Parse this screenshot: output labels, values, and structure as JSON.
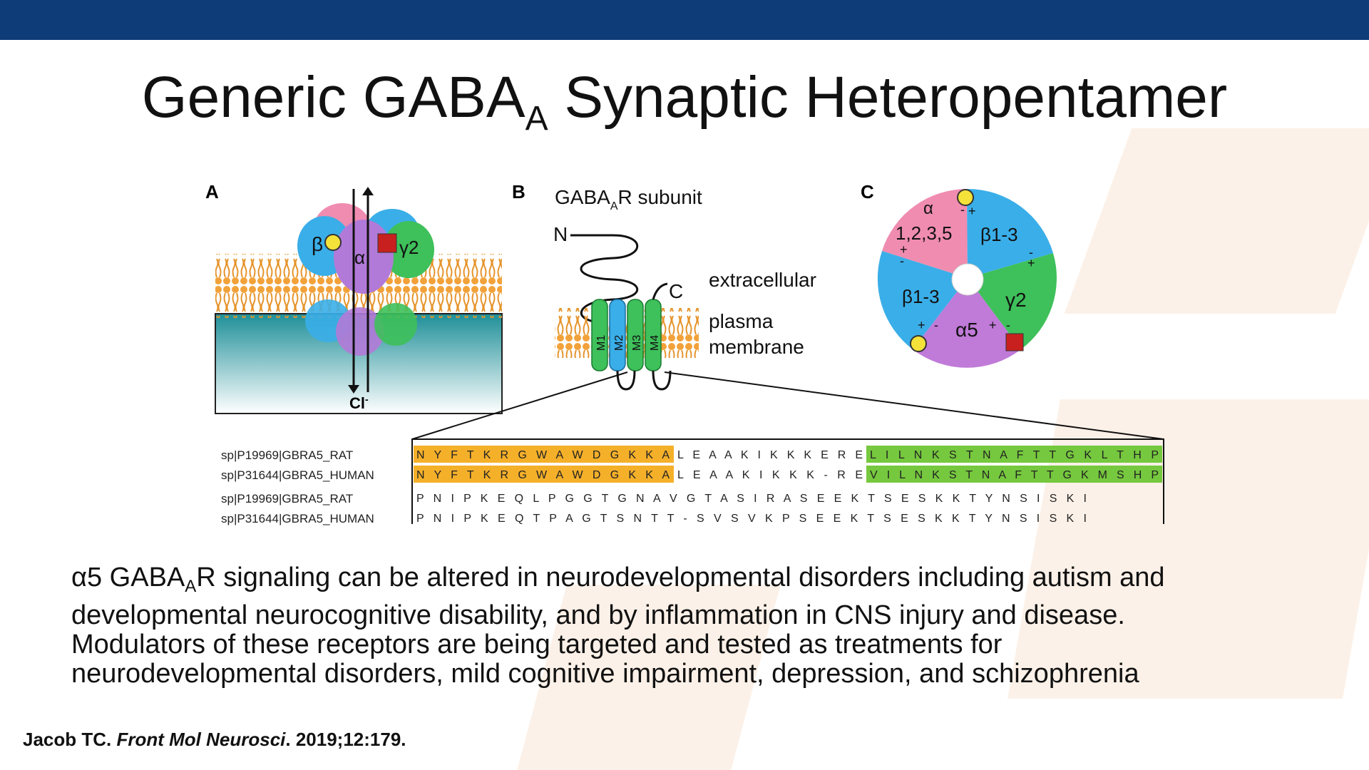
{
  "slide": {
    "title_main": "Generic GABA",
    "title_sub": "A",
    "title_rest": " Synaptic Heteropentamer"
  },
  "panel_a": {
    "label": "A",
    "subunit_beta": "β",
    "subunit_alpha": "α",
    "subunit_gamma2": "γ2",
    "ion": "Cl",
    "ion_charge": "-"
  },
  "panel_b": {
    "label": "B",
    "title_main": "GABA",
    "title_sub": "A",
    "title_rest": "R subunit",
    "n_term": "N",
    "c_term": "C",
    "extracellular": "extracellular",
    "plasma": "plasma",
    "membrane": "membrane",
    "helices": [
      "M1",
      "M2",
      "M3",
      "M4"
    ]
  },
  "panel_c": {
    "label": "C",
    "alpha_line1": "α",
    "alpha_line2": "1,2,3,5",
    "beta_top": "β1-3",
    "gamma2": "γ2",
    "alpha5": "α5",
    "beta_left": "β1-3",
    "colors": {
      "alpha": "#f08cb0",
      "beta": "#3aaee8",
      "gamma": "#3ec05a",
      "alpha5": "#c07ad8"
    }
  },
  "alignment": {
    "rows": [
      {
        "label": "sp|P19969|GBRA5_RAT",
        "seg_orange": "N Y F T K R G W A W D G K K A",
        "seg_plain": "L E A A K I K K K E R E",
        "seg_green": "L I L N K S T N A F T T G K L T H P"
      },
      {
        "label": "sp|P31644|GBRA5_HUMAN",
        "seg_orange": "N Y F T K R G W A W D G K K A",
        "seg_plain": "L E A A K I K K K - R E",
        "seg_green": "V I L N K S T N A F T T G K M S H P"
      },
      {
        "label": "sp|P19969|GBRA5_RAT",
        "seq": "P N I P K E Q L  P G G T G N A V G T A S I  R A S E E K T S E S K K T Y N S I S K I"
      },
      {
        "label": "sp|P31644|GBRA5_HUMAN",
        "seq": "P N I P K E Q T  P A G T S N T T  -  S V S V K P S E E K T S E S K K T Y N S I S K I"
      }
    ],
    "colors": {
      "orange": "#f5b02a",
      "green": "#76c83e"
    }
  },
  "body": {
    "line1_a": "α5 GABA",
    "line1_sub": "A",
    "line1_b": "R signaling can be altered in neurodevelopmental disorders including autism and",
    "line2": "developmental neurocognitive disability, and by inflammation in CNS injury and disease.",
    "line3": "Modulators of these receptors are being targeted and tested as treatments for",
    "line4": "neurodevelopmental disorders, mild cognitive impairment, depression, and schizophrenia"
  },
  "citation": {
    "author": "Jacob TC. ",
    "journal": "Front Mol Neurosci",
    "rest": ". 2019;12:179."
  },
  "theme": {
    "header_color": "#0d3c78"
  }
}
